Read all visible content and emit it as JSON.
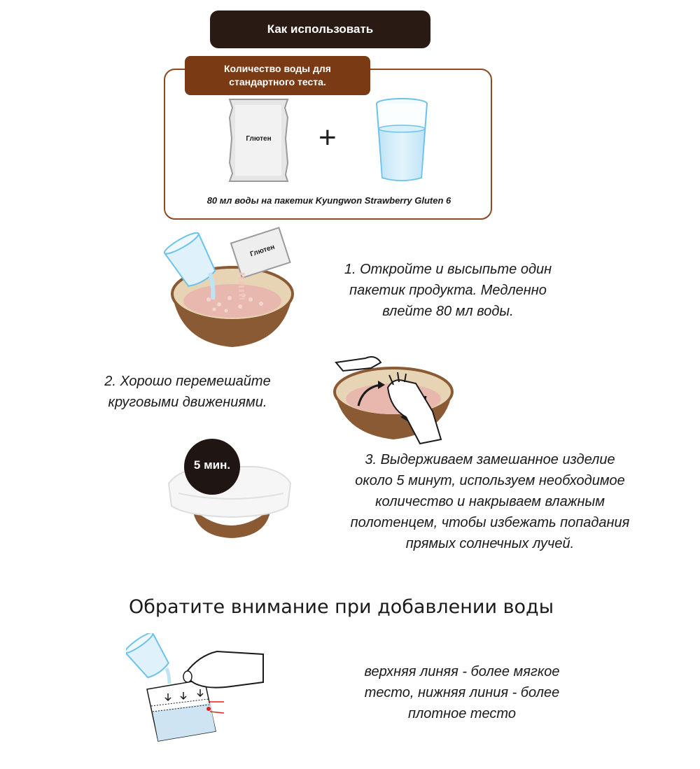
{
  "header": {
    "title": "Как использовать"
  },
  "water_ratio": {
    "title_line1": "Количество воды для",
    "title_line2": "стандартного теста.",
    "packet_label": "Глютен",
    "plus_symbol": "+",
    "caption": "80 мл воды на пакетик Kyungwon Strawberry Gluten 6"
  },
  "steps": [
    {
      "lines": [
        "1. Откройте и высыпьте один",
        "пакетик продукта. Медленно",
        "влейте 80 мл воды."
      ],
      "packet_label": "Глютен"
    },
    {
      "lines": [
        "2. Хорошо перемешайте",
        "круговыми движениями."
      ]
    },
    {
      "lines": [
        "3. Выдерживаем замешанное изделие",
        "около 5 минут, используем необходимое",
        "количество и накрываем влажным",
        "полотенцем, чтобы избежать попадания",
        "прямых солнечных лучей."
      ],
      "timer_badge": "5 мин."
    }
  ],
  "notice": {
    "title": "Обратите внимание при добавлении воды",
    "lines": [
      "верхняя линяя - более мягкое",
      "тесто, нижняя линия - более",
      "плотное тесто"
    ]
  },
  "colors": {
    "header_bg": "#2a1a14",
    "accent_brown": "#7a3b14",
    "water_blue": "#cfe9f7",
    "bowl_outer": "#8a5a34",
    "dough_pink": "#e8b8ae"
  }
}
